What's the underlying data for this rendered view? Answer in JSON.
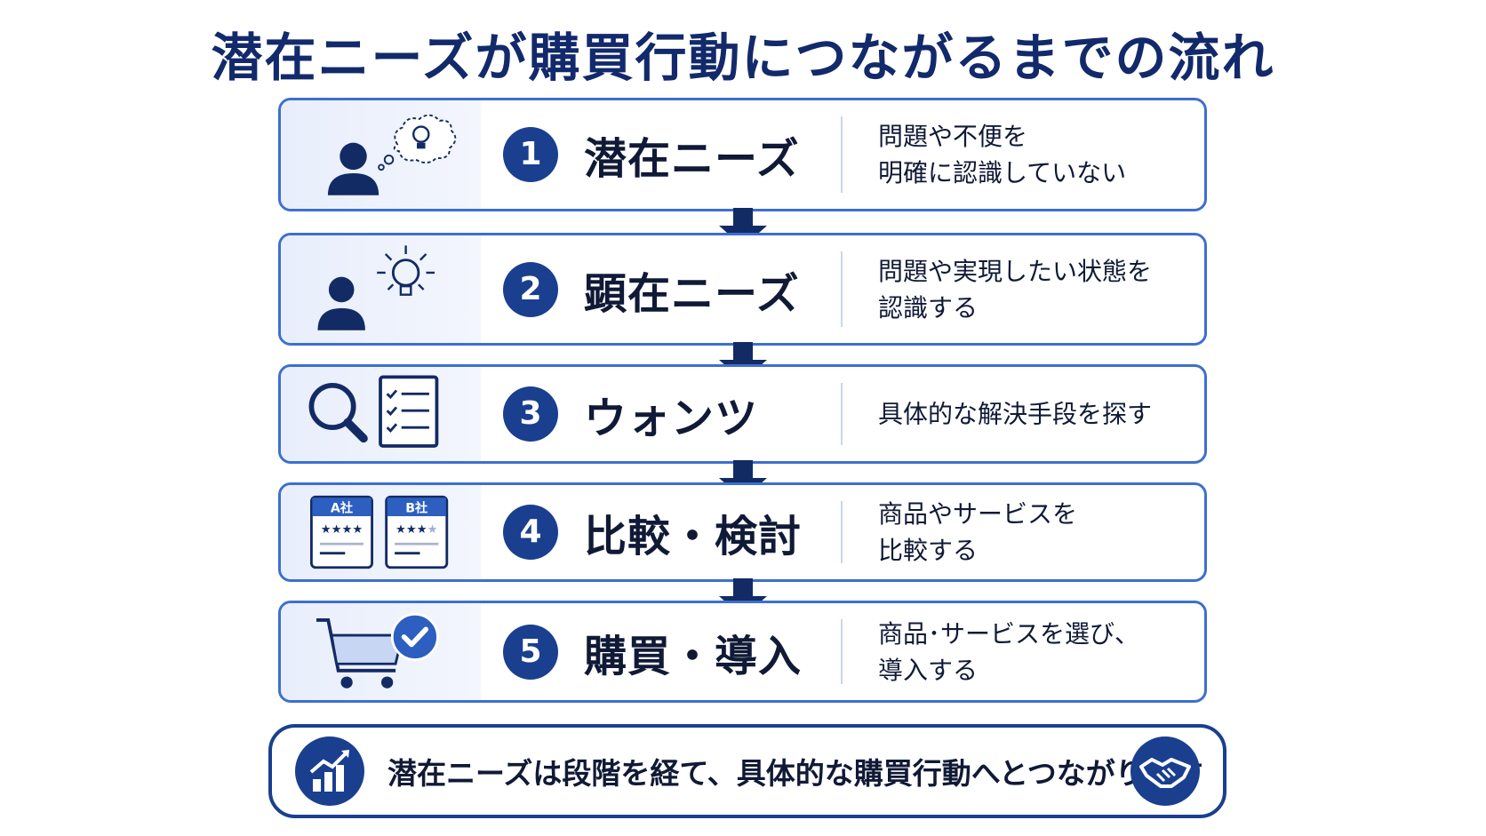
{
  "title": "潜在ニーズが購買行動につながるまでの流れ",
  "steps": [
    {
      "num": "1",
      "name": "潜在ニーズ",
      "desc_lines": [
        "問題や不便を",
        "明確に認識していない"
      ],
      "icon": "thinking-person-icon"
    },
    {
      "num": "2",
      "name": "顕在ニーズ",
      "desc_lines": [
        "問題や実現したい状態を",
        "認識する"
      ],
      "icon": "person-lightbulb-icon"
    },
    {
      "num": "3",
      "name": "ウォンツ",
      "desc_lines": [
        "具体的な解決手段を探す"
      ],
      "icon": "search-checklist-icon"
    },
    {
      "num": "4",
      "name": "比較・検討",
      "desc_lines": [
        "商品やサービスを",
        "比較する"
      ],
      "icon": "compare-cards-icon",
      "cards": [
        {
          "label": "A社",
          "stars": 4
        },
        {
          "label": "B社",
          "stars": 3
        }
      ]
    },
    {
      "num": "5",
      "name": "購買・導入",
      "desc_lines": [
        "商品･サービスを選び、",
        "導入する"
      ],
      "icon": "cart-check-icon"
    }
  ],
  "summary": {
    "text": "潜在ニーズは段階を経て、具体的な購買行動へとつながります",
    "left_icon": "growth-chart-icon",
    "right_icon": "handshake-icon"
  },
  "colors": {
    "navy": "#1a3f8f",
    "border": "#3d6fd0",
    "title": "#122a6b"
  }
}
